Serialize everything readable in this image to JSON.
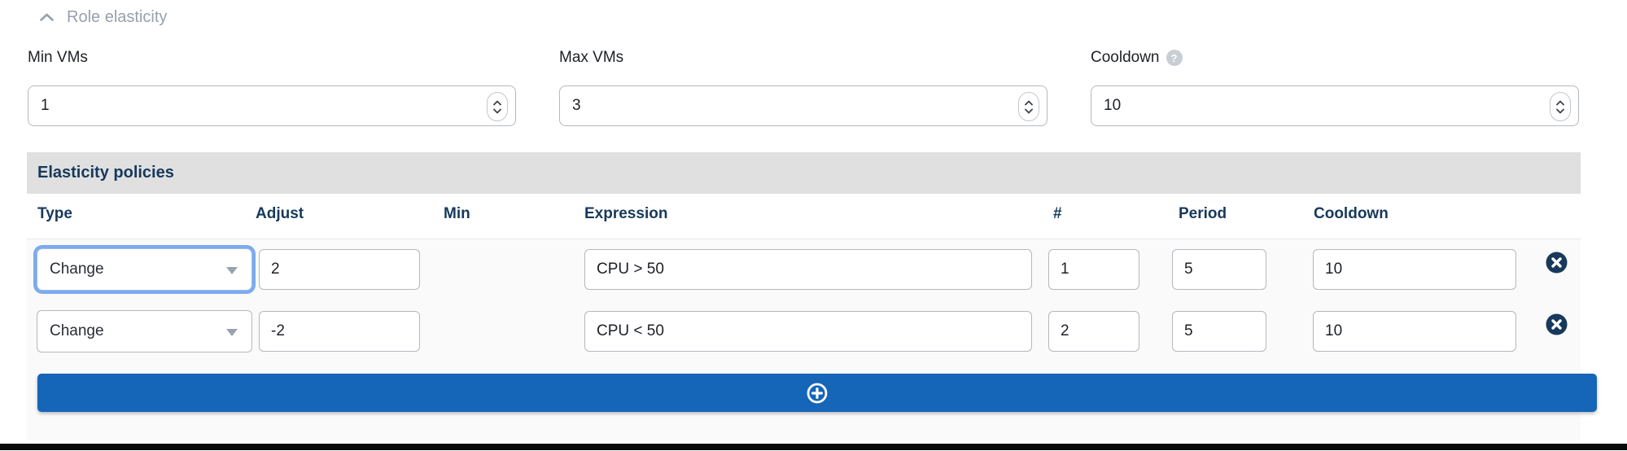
{
  "section": {
    "title": "Role elasticity",
    "collapse_icon": "chevron-up"
  },
  "fields": [
    {
      "label": "Min VMs",
      "value": "1",
      "has_help": false
    },
    {
      "label": "Max VMs",
      "value": "3",
      "has_help": false
    },
    {
      "label": "Cooldown",
      "value": "10",
      "has_help": true,
      "help_icon": "question-circle"
    }
  ],
  "policies": {
    "title": "Elasticity policies",
    "columns": [
      "Type",
      "Adjust",
      "Min",
      "Expression",
      "#",
      "Period",
      "Cooldown"
    ],
    "rows": [
      {
        "type": "Change",
        "adjust": "2",
        "min": "",
        "expression": "CPU > 50",
        "count": "1",
        "period": "5",
        "cooldown": "10"
      },
      {
        "type": "Change",
        "adjust": "-2",
        "min": "",
        "expression": "CPU < 50",
        "count": "2",
        "period": "5",
        "cooldown": "10"
      }
    ],
    "row_delete_icon": "x-circle",
    "add_button_icon": "plus-circle"
  },
  "colors": {
    "accent_blue": "#1565b8",
    "navy": "#17395b",
    "focus_ring": "#7babf1",
    "section_bar_gray": "#e0e0e0",
    "muted_header_gray": "#97a1ac"
  }
}
